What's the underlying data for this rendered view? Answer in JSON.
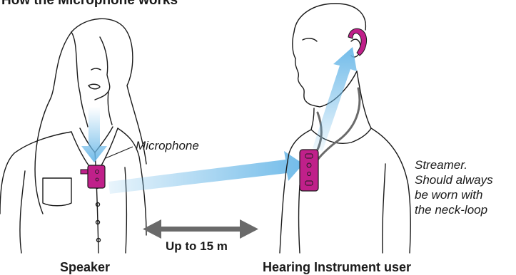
{
  "title": "How the Microphone works",
  "labels": {
    "microphone": "Microphone",
    "streamer": [
      "Streamer.",
      "Should always",
      "be worn with",
      "the neck-loop"
    ],
    "distance": "Up to 15 m",
    "speaker": "Speaker",
    "user": "Hearing Instrument user"
  },
  "colors": {
    "device": "#c0208a",
    "arrow": "#6ab8e8",
    "distance_arrow": "#6a6a6a",
    "line": "#1a1a1a"
  }
}
